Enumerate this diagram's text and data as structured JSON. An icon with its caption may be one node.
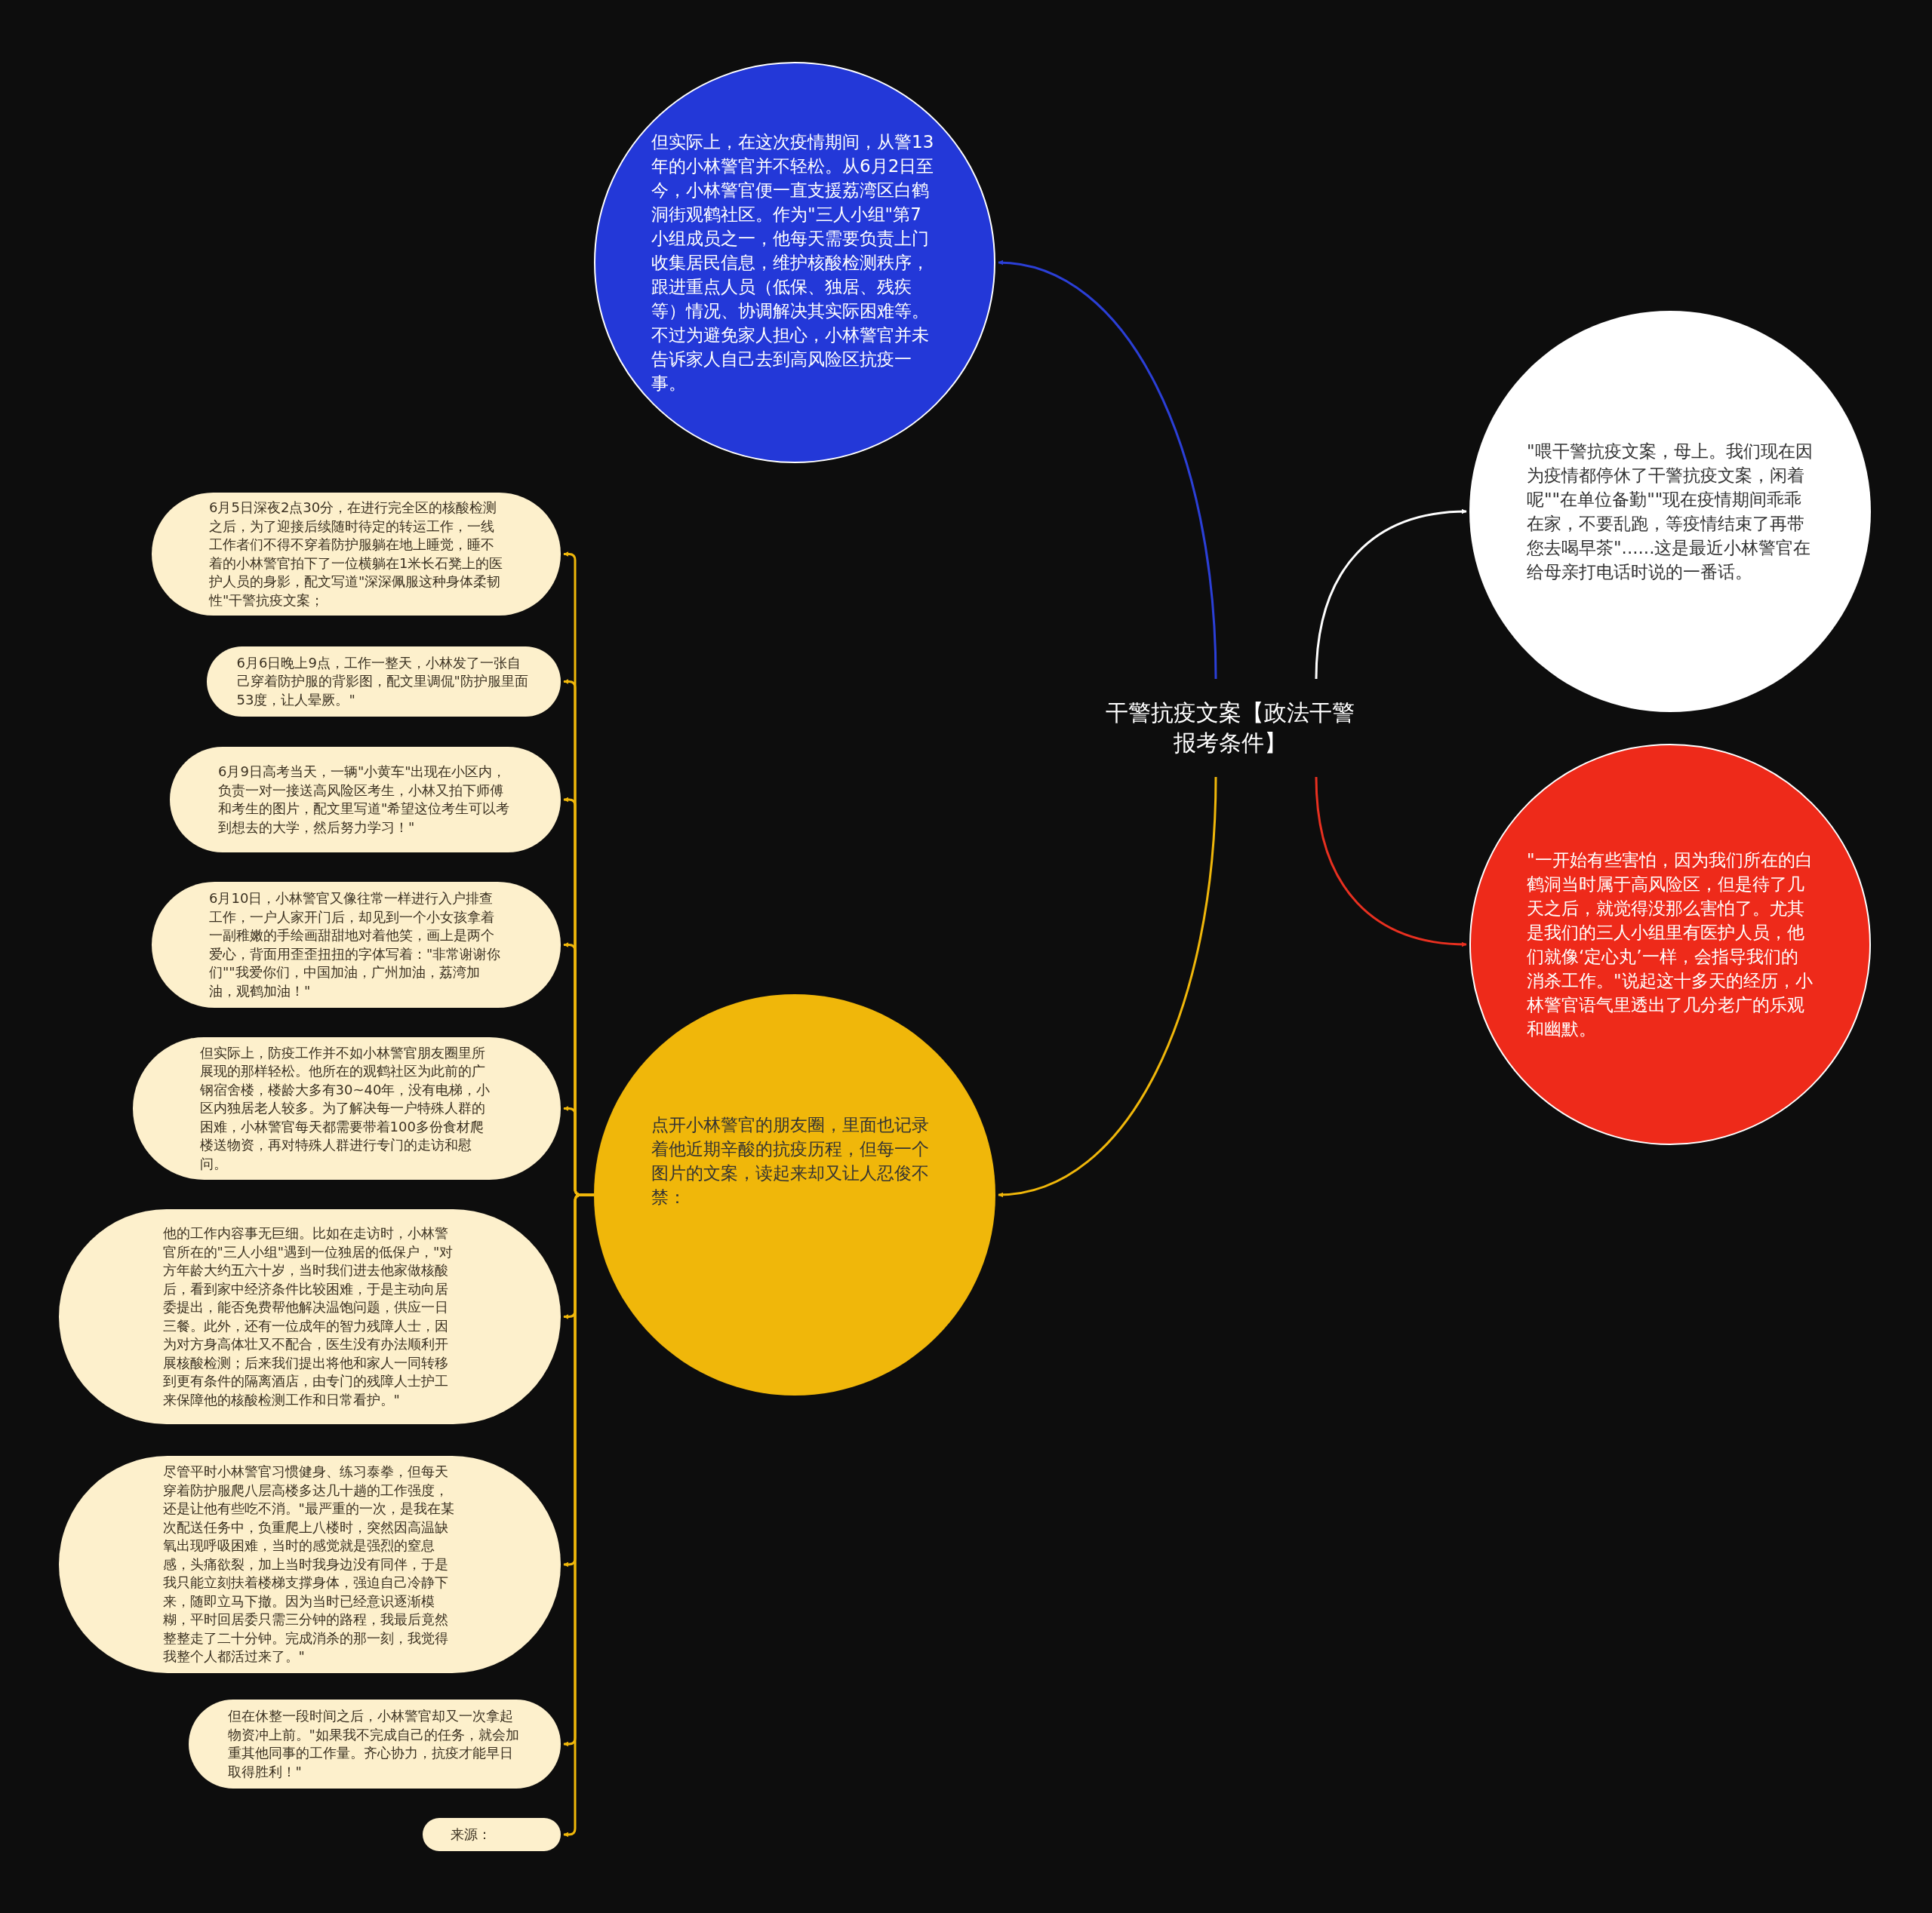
{
  "diagram": {
    "nodes": [
      {
        "text": [
          "干警抗疫文案【政法干警报考条件】"
        ]
      },
      {
        "text": [
          "但实际上，在这次疫情期间，从警13年的小林警官并不轻松。从6月2日至今，小林警官便一直支援荔湾区白鹤洞街观鹤社区。作为\"三人小组\"第7小组成员之一，他每天需要负责上门收集居民信息，维护核酸检测秩序，跟进重点人员（低保、独居、残疾等）情况、协调解决其实际困难等。不过为避免家人担心，小林警官并未告诉家人自己去到高风险区抗疫一事。"
        ]
      },
      {
        "text": [
          "\"喂干警抗疫文案，母上。我们现在因为疫情都停休了干警抗疫文案，闲着呢\"\"在单位备勤\"\"现在疫情期间乖乖在家，不要乱跑，等疫情结束了再带您去喝早茶\"......这是最近小林警官在给母亲打电话时说的一番话。"
        ]
      },
      {
        "text": [
          "\"一开始有些害怕，因为我们所在的白鹤洞当时属于高风险区，但是待了几天之后，就觉得没那么害怕了。尤其是我们的三人小组里有医护人员，他们就像‘定心丸’一样，会指导我们的消杀工作。\"说起这十多天的经历，小林警官语气里透出了几分老广的乐观和幽默。"
        ]
      },
      {
        "text": [
          "点开小林警官的朋友圈，里面也记录着他近期辛酸的抗疫历程，但每一个图片的文案，读起来却又让人忍俊不禁："
        ]
      },
      {
        "text": [
          "6月5日深夜2点30分，在进行完全区的核酸检测之后，为了迎接后续随时待定的转运工作，一线工作者们不得不穿着防护服躺在地上睡觉，睡不着的小林警官拍下了一位横躺在1米长石凳上的医护人员的身影，配文写道\"深深佩服这种身体柔韧性\"干警抗疫文案；"
        ]
      },
      {
        "text": [
          "6月6日晚上9点，工作一整天，小林发了一张自己穿着防护服的背影图，配文里调侃\"防护服里面53度，让人晕厥。\""
        ]
      },
      {
        "text": [
          "6月9日高考当天，一辆\"小黄车\"出现在小区内，负责一对一接送高风险区考生，小林又拍下师傅和考生的图片，配文里写道\"希望这位考生可以考到想去的大学，然后努力学习！\""
        ]
      },
      {
        "text": [
          "6月10日，小林警官又像往常一样进行入户排查工作，一户人家开门后，却见到一个小女孩拿着一副稚嫩的手绘画甜甜地对着他笑，画上是两个爱心，背面用歪歪扭扭的字体写着：\"非常谢谢你们\"\"我爱你们，中国加油，广州加油，荔湾加油，观鹤加油！\""
        ]
      },
      {
        "text": [
          "但实际上，防疫工作并不如小林警官朋友圈里所展现的那样轻松。他所在的观鹤社区为此前的广钢宿舍楼，楼龄大多有30~40年，没有电梯，小区内独居老人较多。为了解决每一户特殊人群的困难，小林警官每天都需要带着100多份食材爬楼送物资，再对特殊人群进行专门的走访和慰问。"
        ]
      },
      {
        "text": [
          "他的工作内容事无巨细。比如在走访时，小林警官所在的\"三人小组\"遇到一位独居的低保户，\"对方年龄大约五六十岁，当时我们进去他家做核酸后，看到家中经济条件比较困难，于是主动向居委提出，能否免费帮他解决温饱问题，供应一日三餐。此外，还有一位成年的智力残障人士，因为对方身高体壮又不配合，医生没有办法顺利开展核酸检测；后来我们提出将他和家人一同转移到更有条件的隔离酒店，由专门的残障人士护工来保障他的核酸检测工作和日常看护。\""
        ]
      },
      {
        "text": [
          "尽管平时小林警官习惯健身、练习泰拳，但每天穿着防护服爬八层高楼多达几十趟的工作强度，还是让他有些吃不消。\"最严重的一次，是我在某次配送任务中，负重爬上八楼时，突然因高温缺氧出现呼吸困难，当时的感觉就是强烈的窒息感，头痛欲裂，加上当时我身边没有同伴，于是我只能立刻扶着楼梯支撑身体，强迫自己冷静下来，随即立马下撤。因为当时已经意识逐渐模糊，平时回居委只需三分钟的路程，我最后竟然整整走了二十分钟。完成消杀的那一刻，我觉得我整个人都活过来了。\""
        ]
      },
      {
        "text": [
          "但在休整一段时间之后，小林警官却又一次拿起物资冲上前。\"如果我不完成自己的任务，就会加重其他同事的工作量。齐心协力，抗疫才能早日取得胜利！\""
        ]
      },
      {
        "text": [
          "来源："
        ]
      }
    ],
    "edges": [
      {
        "from": 0,
        "to": 1,
        "arrow": "to",
        "color": "#2b3fd6"
      },
      {
        "from": 0,
        "to": 2,
        "arrow": "to",
        "color": "#ffffff"
      },
      {
        "from": 0,
        "to": 3,
        "arrow": "to",
        "color": "#e83020"
      },
      {
        "from": 0,
        "to": 4,
        "arrow": "to"
      },
      {
        "from": 4,
        "to": 5,
        "arrow": "to"
      },
      {
        "from": 4,
        "to": 6,
        "arrow": "to"
      },
      {
        "from": 4,
        "to": 7,
        "arrow": "to"
      },
      {
        "from": 4,
        "to": 8,
        "arrow": "to"
      },
      {
        "from": 4,
        "to": 9,
        "arrow": "to"
      },
      {
        "from": 4,
        "to": 10,
        "arrow": "to"
      },
      {
        "from": 4,
        "to": 11,
        "arrow": "to"
      },
      {
        "from": 4,
        "to": 12,
        "arrow": "to"
      },
      {
        "from": 4,
        "to": 13,
        "arrow": "to"
      }
    ]
  }
}
